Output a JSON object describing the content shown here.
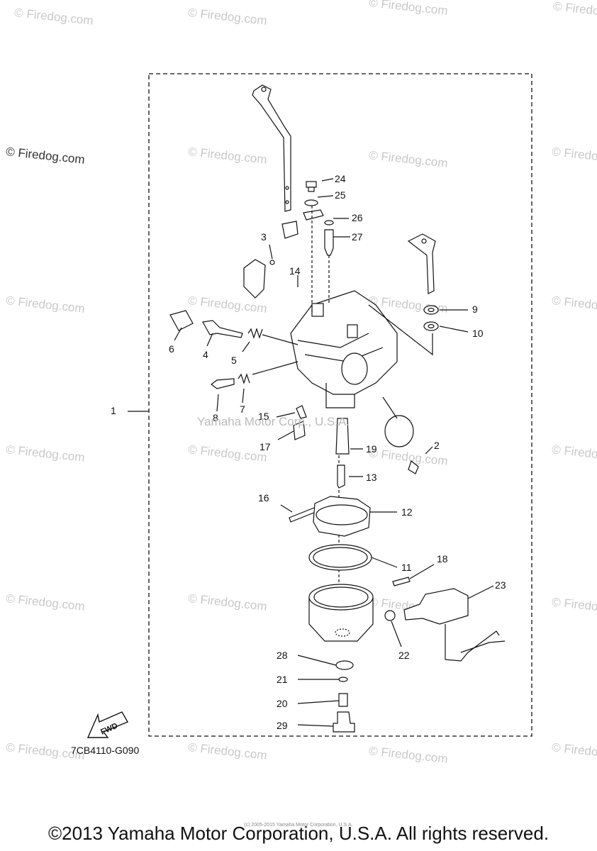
{
  "watermark_text": "© Firedog.com",
  "diagram_watermark": "Yamaha Motor Corp., U.S.A.",
  "tiny_text": "(c) 2005-2015 Yamaha Motor Corporation, U.S.A.",
  "drawing_code": "7CB4110-G090",
  "fwd_label": "FWD",
  "copyright": "©2013 Yamaha Motor Corporation, U.S.A. All rights reserved.",
  "callouts": {
    "c1": "1",
    "c2": "2",
    "c3": "3",
    "c4": "4",
    "c5": "5",
    "c6": "6",
    "c7": "7",
    "c8": "8",
    "c9": "9",
    "c10": "10",
    "c11": "11",
    "c12": "12",
    "c13": "13",
    "c14": "14",
    "c15": "15",
    "c16": "16",
    "c17": "17",
    "c18": "18",
    "c19": "19",
    "c20": "20",
    "c21": "21",
    "c22": "22",
    "c23": "23",
    "c24": "24",
    "c25": "25",
    "c26": "26",
    "c27": "27",
    "c28": "28",
    "c29": "29"
  }
}
